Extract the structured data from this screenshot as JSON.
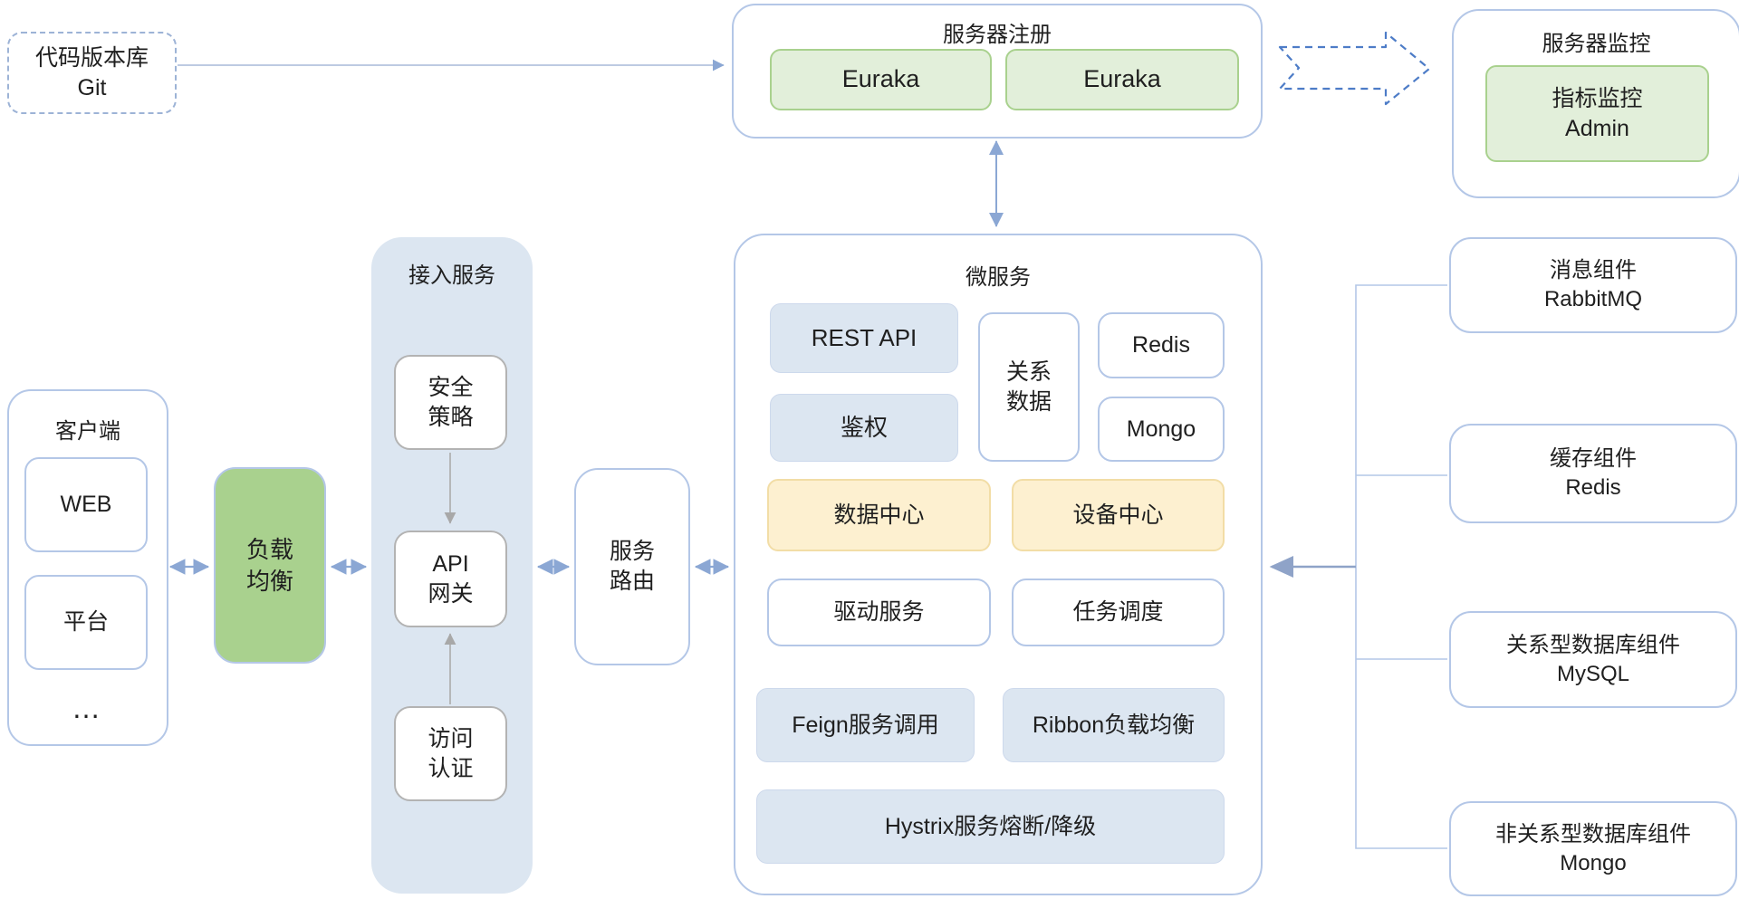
{
  "diagram": {
    "git": {
      "label": "代码版本库\nGit"
    },
    "registry": {
      "title": "服务器注册",
      "node1": "Euraka",
      "node2": "Euraka"
    },
    "monitor": {
      "title": "服务器监控",
      "node": "指标监控\nAdmin"
    },
    "client": {
      "title": "客户端",
      "web": "WEB",
      "platform": "平台",
      "more": "…"
    },
    "load_balancer": {
      "label": "负载\n均衡"
    },
    "access_service": {
      "title": "接入服务",
      "security_policy": "安全\n策略",
      "api_gateway": "API\n网关",
      "access_auth": "访问\n认证"
    },
    "service_router": {
      "label": "服务\n路由"
    },
    "microservices": {
      "title": "微服务",
      "rest_api": "REST API",
      "authentication": "鉴权",
      "relational_data": "关系\n数据",
      "redis": "Redis",
      "mongo": "Mongo",
      "data_center": "数据中心",
      "device_center": "设备中心",
      "driver_service": "驱动服务",
      "task_scheduling": "任务调度",
      "feign": "Feign服务调用",
      "ribbon": "Ribbon负载均衡",
      "hystrix": "Hystrix服务熔断/降级"
    },
    "external_components": {
      "message": "消息组件\nRabbitMQ",
      "cache": "缓存组件\nRedis",
      "relational_db": "关系型数据库组件\nMySQL",
      "non_relational_db": "非关系型数据库组件\nMongo"
    },
    "colors": {
      "container_border_blue": "#b4c7e7",
      "fill_light_blue": "#dce6f1",
      "fill_light_green": "#e2efda",
      "border_green": "#a9d18e",
      "fill_green": "#a9d18e",
      "fill_yellow": "#fdf0d0",
      "border_yellow": "#f2dda6",
      "arrow_blue": "#8ba7d4",
      "arrow_gray": "#a8a8a8",
      "dashed_arrow_blue": "#4d7cc7"
    }
  }
}
